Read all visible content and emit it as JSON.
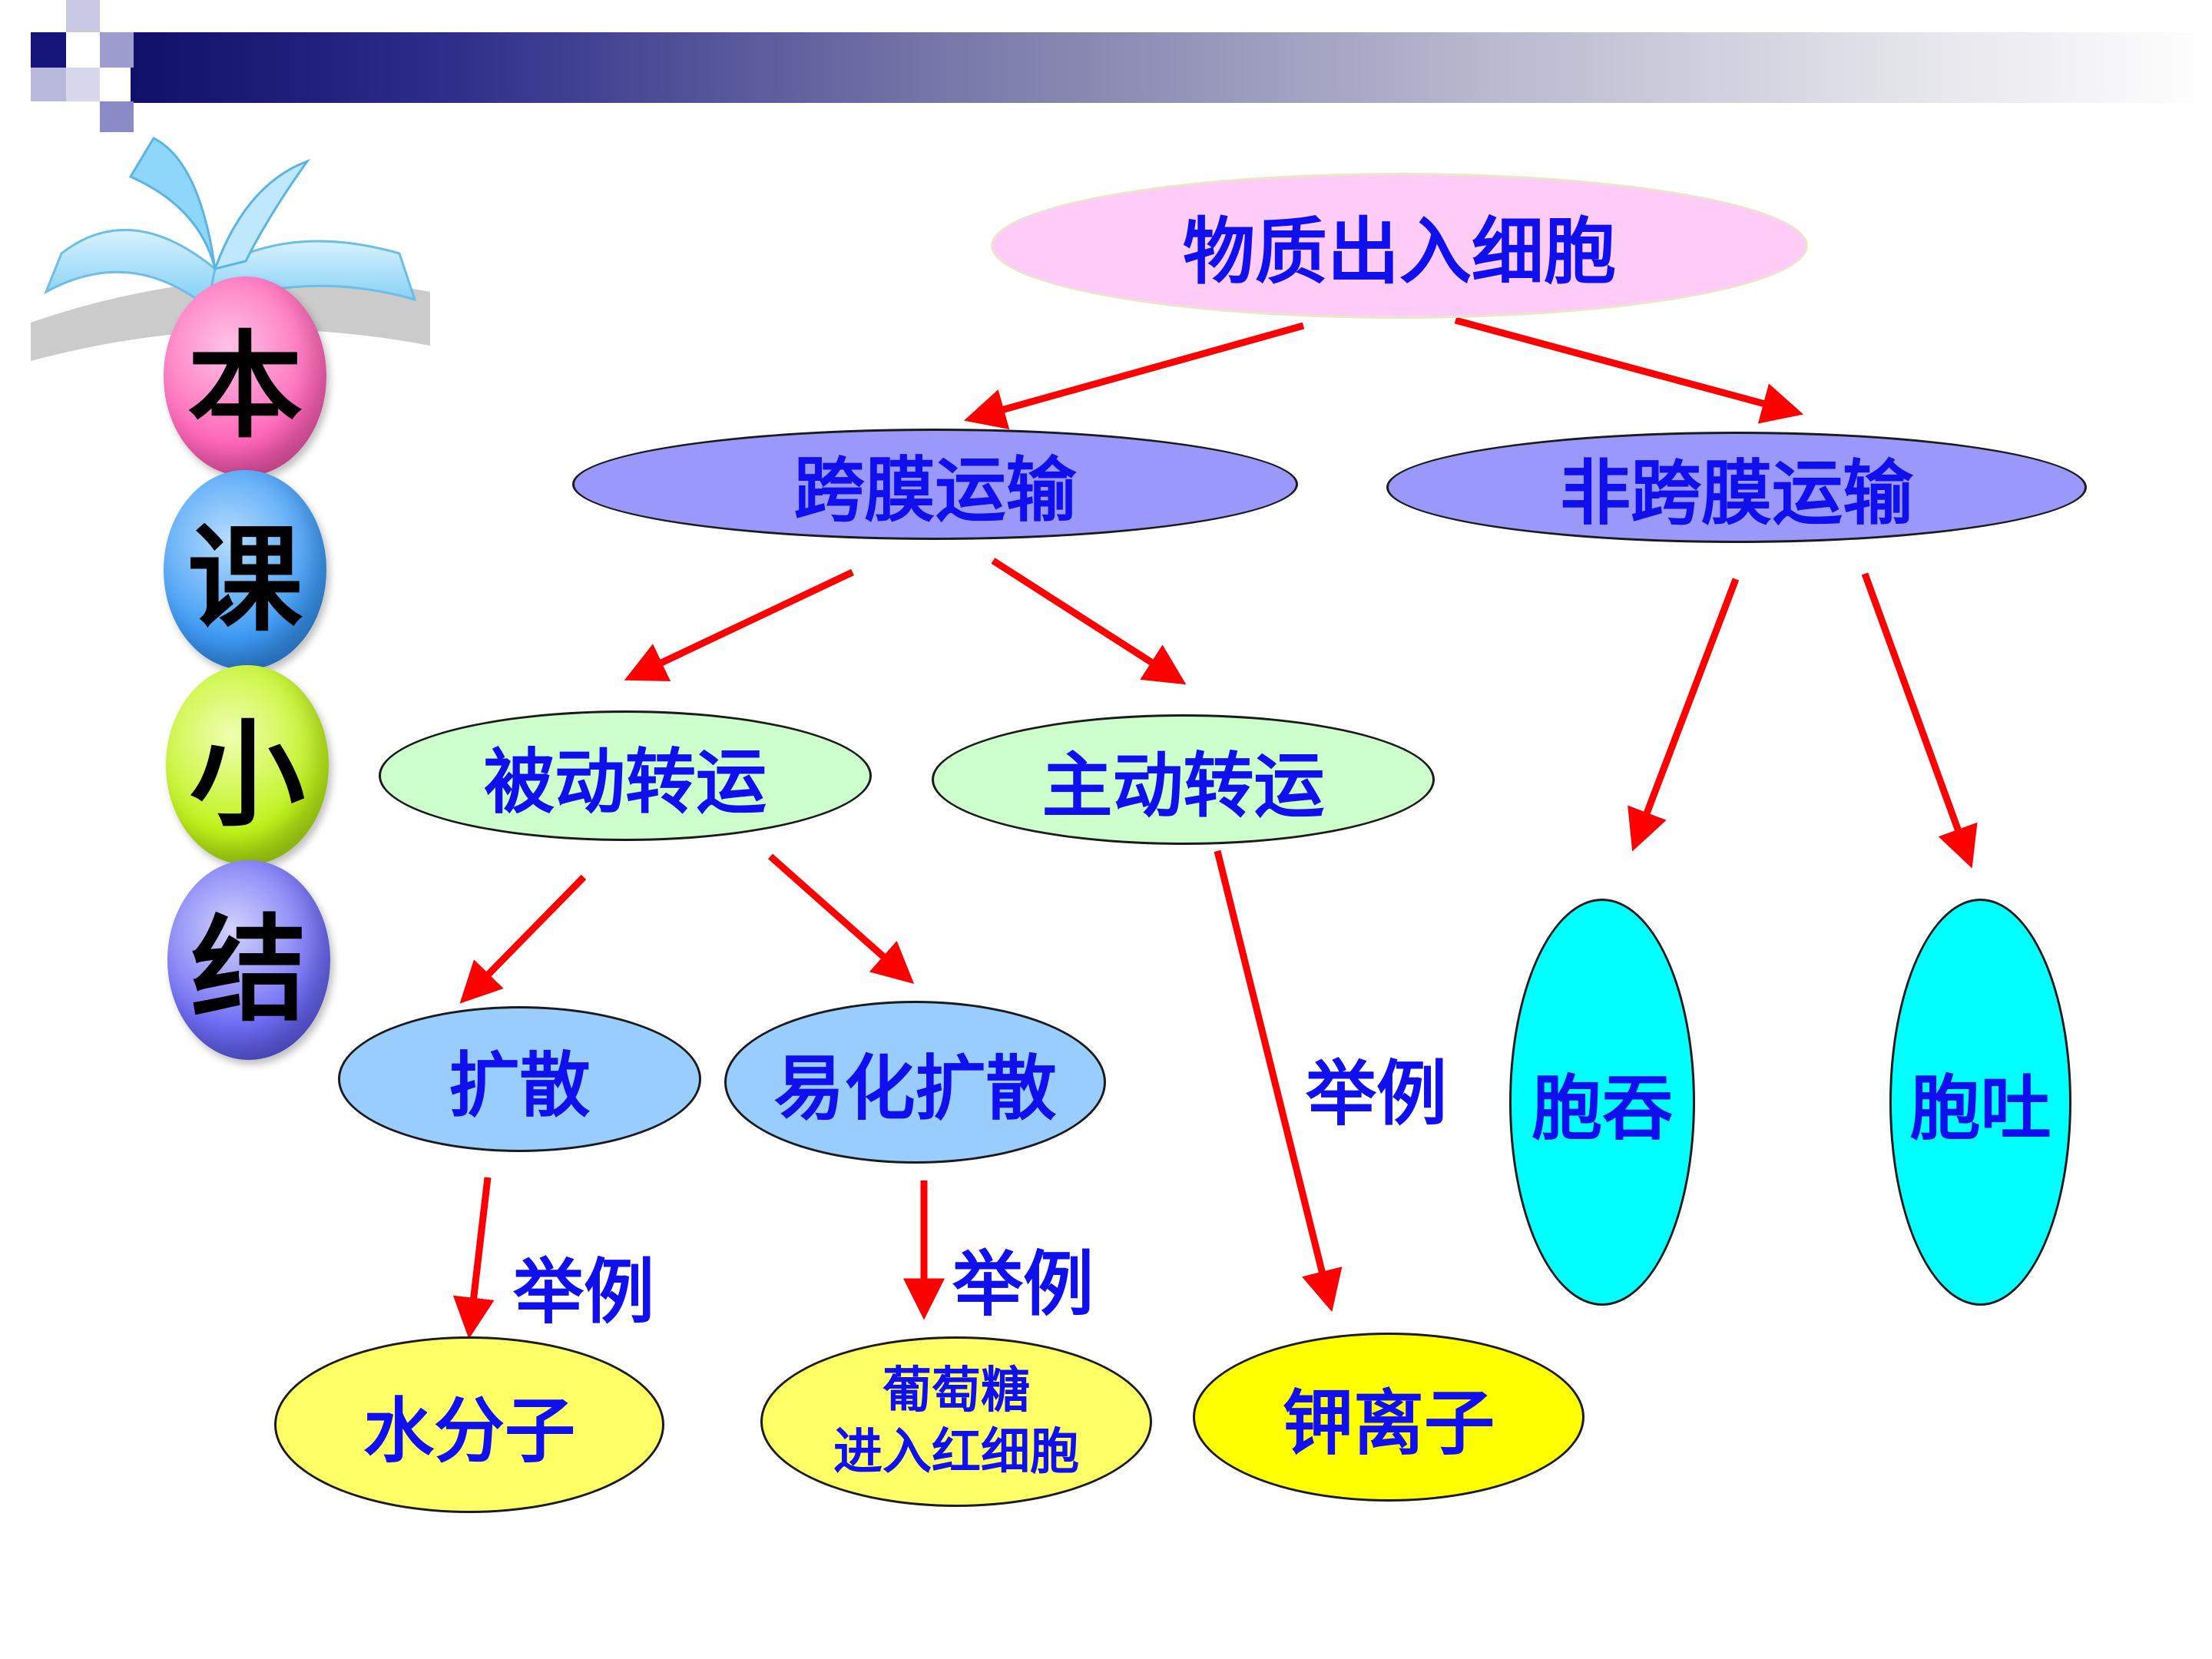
{
  "badge": {
    "characters": [
      "本",
      "课",
      "小",
      "结"
    ],
    "colors": [
      "#ff66b8",
      "#3f9bf5",
      "#bff21a",
      "#6d6bf3"
    ]
  },
  "diagram": {
    "root": "物质出入细胞",
    "transmembrane": "跨膜运输",
    "non_transmembrane": "非跨膜运输",
    "passive": "被动转运",
    "active": "主动转运",
    "diffusion": "扩散",
    "facilitated": "易化扩散",
    "endocytosis": "胞吞",
    "exocytosis": "胞吐",
    "example_label": "举例",
    "water": "水分子",
    "glucose": "葡萄糖\n进入红细胞",
    "potassium": "钾离子"
  },
  "colors": {
    "root_fill": "#ffccf7",
    "transport_fill": "#9a99fb",
    "passive_active_fill": "#ccffcc",
    "diffusion_fill": "#99ccff",
    "endo_exo_fill": "#00ffff",
    "example_fill": "#ffff66",
    "text": "#1010ee",
    "arrow": "#ff0000"
  }
}
